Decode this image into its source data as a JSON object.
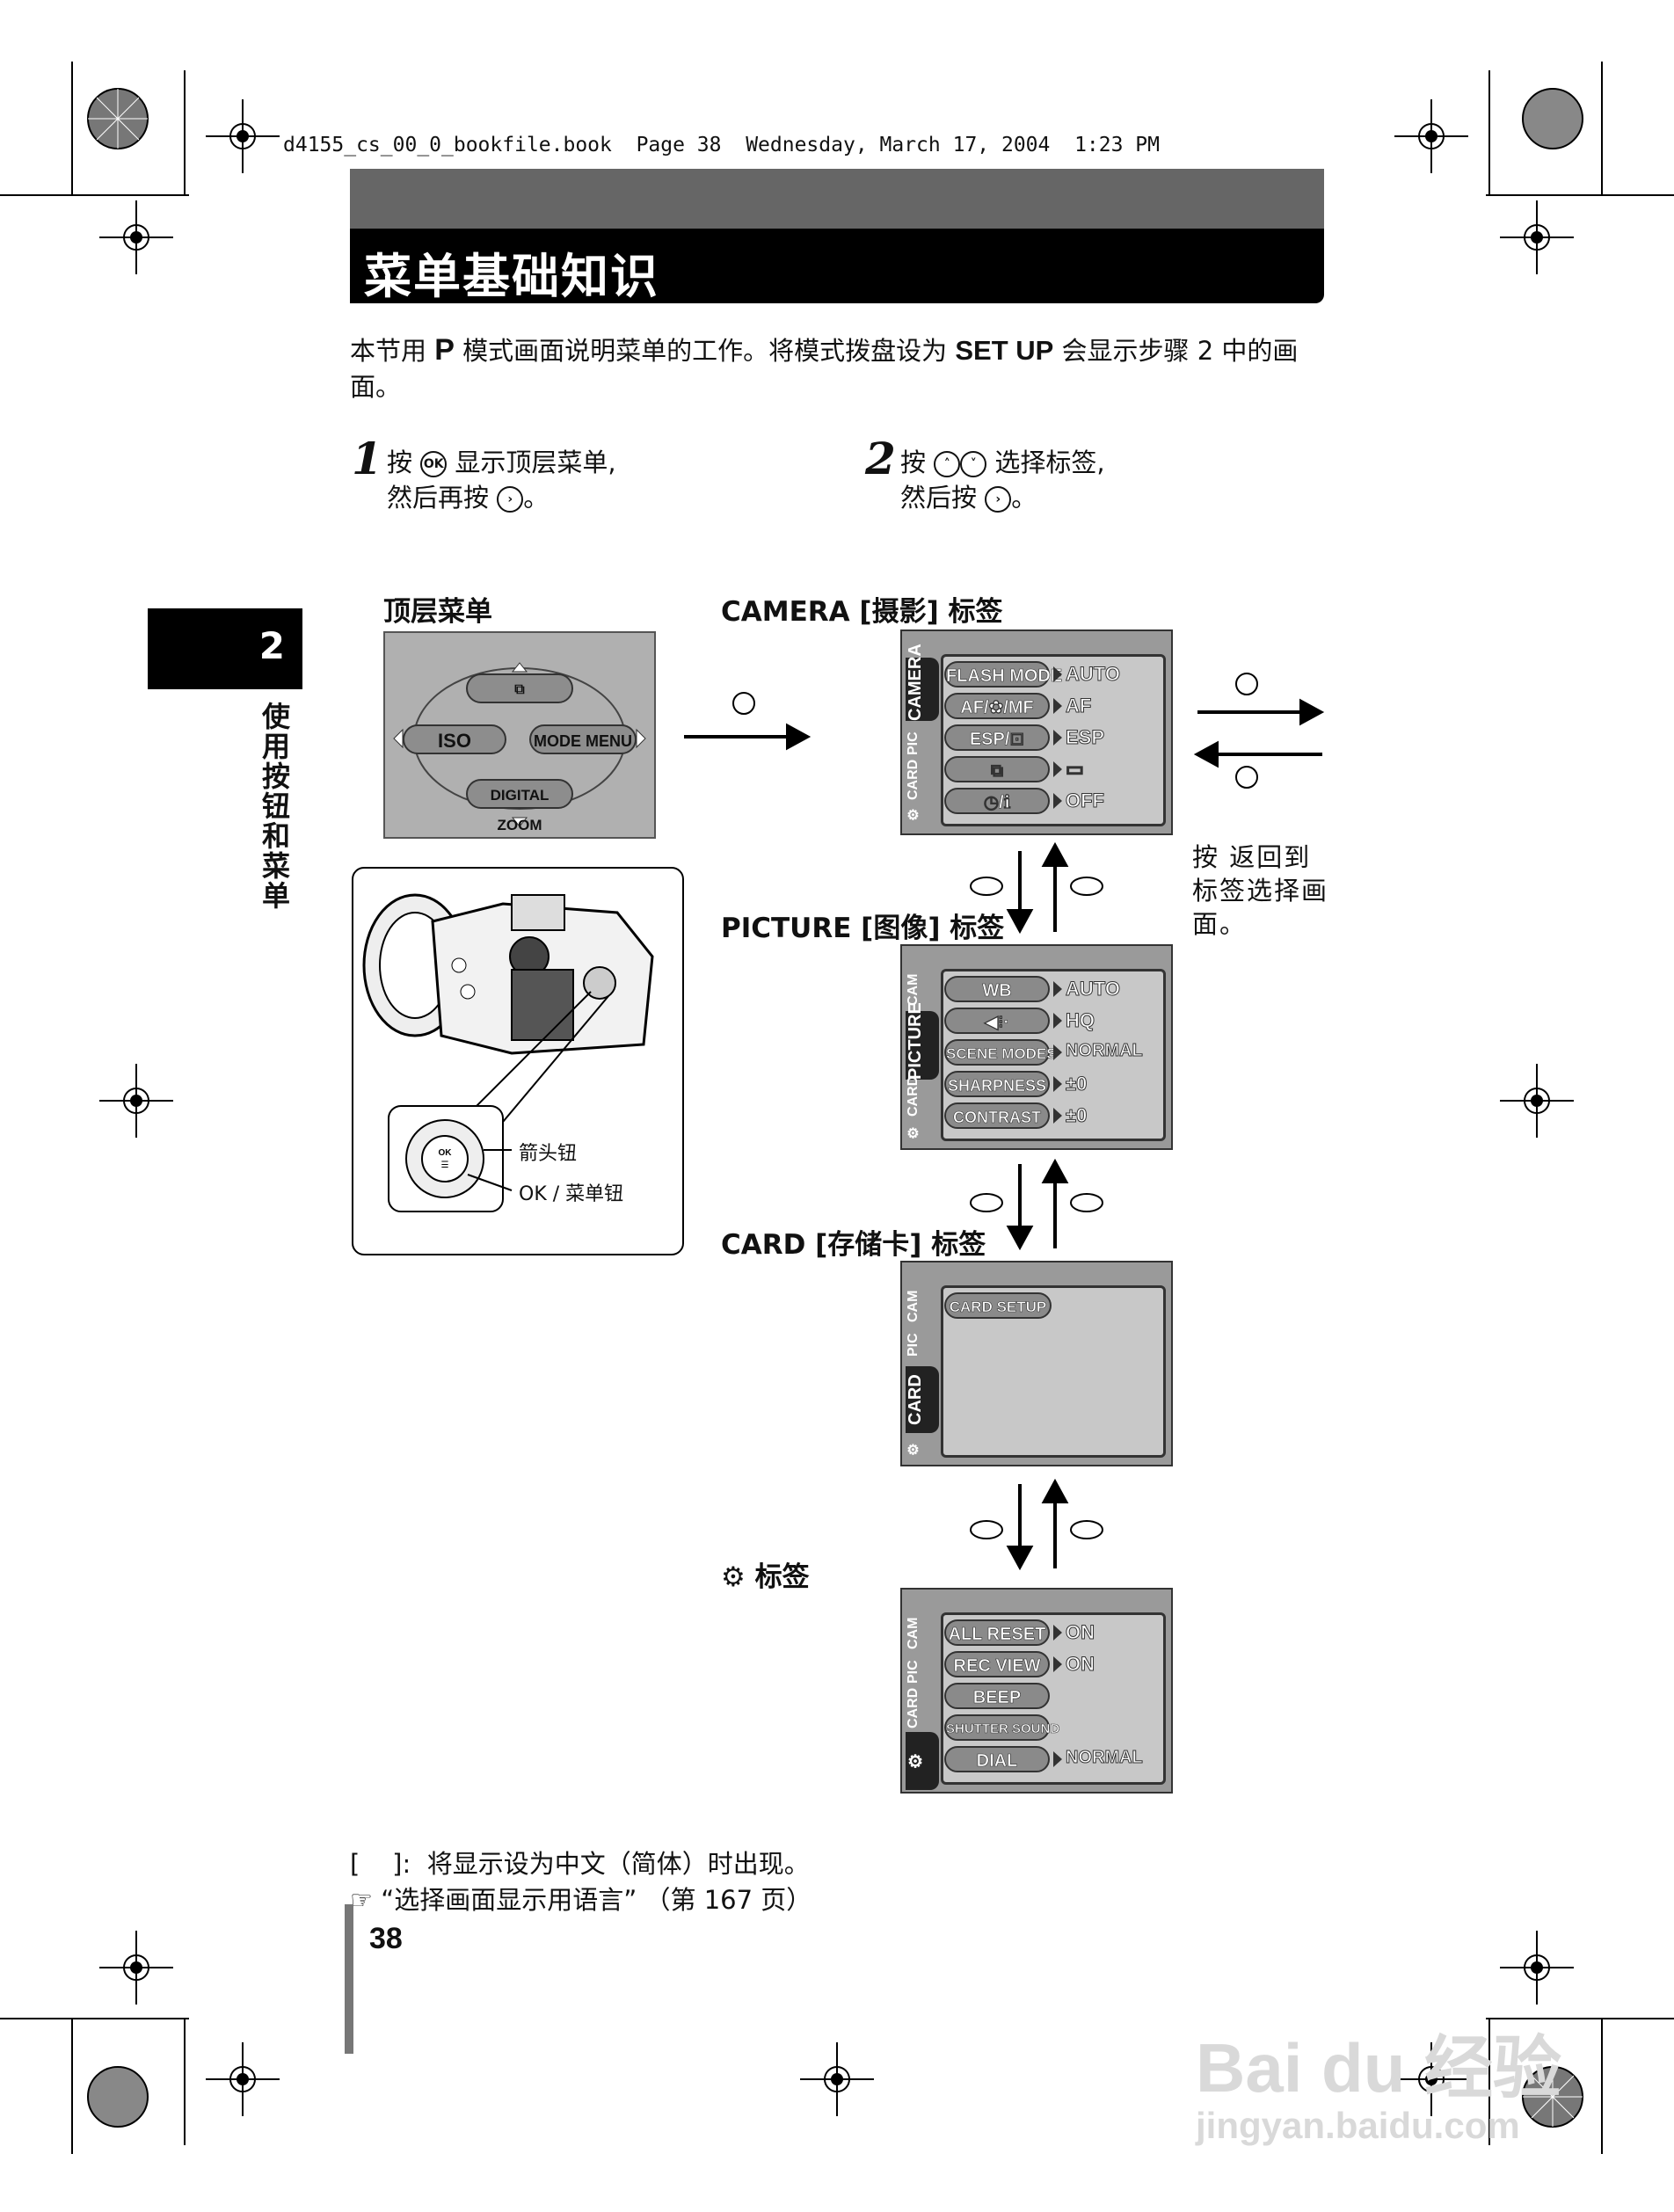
{
  "header_line": "d4155_cs_00_0_bookfile.book  Page 38  Wednesday, March 17, 2004  1:23 PM",
  "title": "菜单基础知识",
  "intro": {
    "part1": "本节用 ",
    "mode": "P",
    "part2": " 模式画面说明菜单的工作。将模式拨盘设为 ",
    "setup": "SET UP",
    "part3": " 会显示步骤 2 中的画面。"
  },
  "steps": [
    {
      "num": "1",
      "line1": "按 ",
      "line1b": " 显示顶层菜单,",
      "line2": "然后再按 ",
      "line2b": "。"
    },
    {
      "num": "2",
      "line1": "按 ",
      "line1b": " 选择标签,",
      "line2": "然后按 ",
      "line2b": "。"
    }
  ],
  "side_tab": {
    "number": "2",
    "text": "使用按钮和菜单"
  },
  "labels": {
    "top_menu": "顶层菜单",
    "camera_tab": "CAMERA [摄影] 标签",
    "picture_tab": "PICTURE [图像] 标签",
    "card_tab": "CARD [存储卡] 标签",
    "setup_tab": "标签",
    "back_note": "按  返回到标签选择画面。",
    "arrow_btn": "箭头钮",
    "ok_btn": "OK / 菜单钮"
  },
  "top_menu": {
    "items": [
      "ISO",
      "MODE MENU",
      "DIGITAL ZOOM"
    ]
  },
  "screens": {
    "camera": {
      "tabs": [
        "CAMERA",
        "PIC",
        "CARD",
        "⚙"
      ],
      "rows": [
        {
          "item": "FLASH MODE",
          "value": "AUTO"
        },
        {
          "item": "AF/✿/MF",
          "value": "AF"
        },
        {
          "item": "ESP/⊡",
          "value": "ESP"
        },
        {
          "item": "⧉",
          "value": "▭"
        },
        {
          "item": "◷/ℹ",
          "value": "OFF"
        }
      ]
    },
    "picture": {
      "tabs": [
        "CAM",
        "PICTURE",
        "CARD",
        "⚙"
      ],
      "rows": [
        {
          "item": "WB",
          "value": "AUTO"
        },
        {
          "item": "◀⁝·",
          "value": "HQ"
        },
        {
          "item": "SCENE MODES",
          "value": "NORMAL"
        },
        {
          "item": "SHARPNESS",
          "value": "±0"
        },
        {
          "item": "CONTRAST",
          "value": "±0"
        }
      ]
    },
    "card": {
      "tabs": [
        "CAM",
        "PIC",
        "CARD",
        "⚙"
      ],
      "rows": [
        {
          "item": "CARD SETUP",
          "value": ""
        }
      ]
    },
    "setup": {
      "tabs": [
        "CAM",
        "PIC",
        "CARD",
        "⚙"
      ],
      "rows": [
        {
          "item": "ALL RESET",
          "value": "ON"
        },
        {
          "item": "REC VIEW",
          "value": "ON"
        },
        {
          "item": "BEEP",
          "value": ""
        },
        {
          "item": "SHUTTER SOUND",
          "value": ""
        },
        {
          "item": "DIAL",
          "value": "NORMAL"
        }
      ]
    }
  },
  "footer": {
    "line1": "[    ]:  将显示设为中文（简体）时出现。",
    "line2": "“选择画面显示用语言” （第 167 页）"
  },
  "page_number": "38",
  "watermark": {
    "brand": "Bai du 经验",
    "url": "jingyan.baidu.com"
  }
}
